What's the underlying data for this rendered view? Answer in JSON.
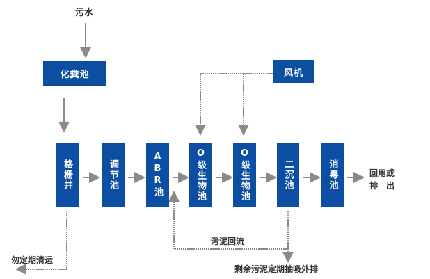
{
  "input_label": "污水",
  "septic_tank": "化粪池",
  "blower": "风机",
  "process_chain": [
    {
      "id": "grille-well",
      "label": "格栅井"
    },
    {
      "id": "regulating-tank",
      "label": "调节池"
    },
    {
      "id": "abr-tank",
      "label": "ABR池"
    },
    {
      "id": "o-bio-tank-1",
      "label": "O级生物池"
    },
    {
      "id": "o-bio-tank-2",
      "label": "O级生物池"
    },
    {
      "id": "secondary-clarifier",
      "label": "二沉池"
    },
    {
      "id": "disinfection-tank",
      "label": "消毒池"
    }
  ],
  "output_label_line1": "回用或",
  "output_label_line2": "排　出",
  "grille_disposal": "勿定期清运",
  "sludge_return": "污泥回流",
  "excess_sludge": "剩余污泥定期抽吸外排",
  "colors": {
    "box": "#0b4ea2",
    "arrow": "#8a8a8a",
    "text": "#333333"
  }
}
